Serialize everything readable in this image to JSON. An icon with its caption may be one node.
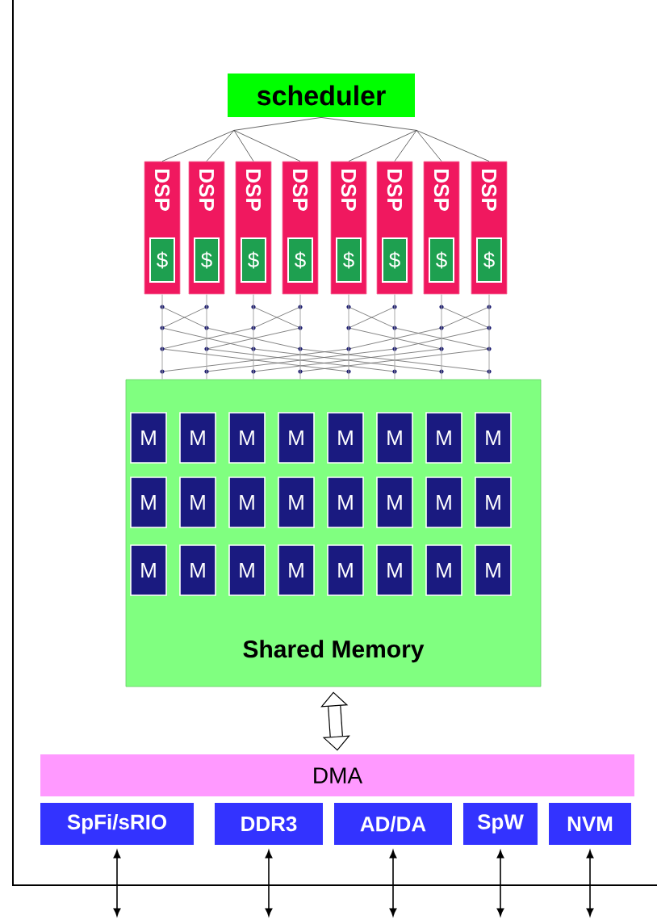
{
  "diagram": {
    "nodes": [
      {
        "text": [
          "scheduler"
        ]
      },
      {
        "text": [
          "DSP"
        ]
      },
      {
        "text": [
          "$"
        ],
        "in": 1
      },
      {
        "text": [
          "DSP"
        ]
      },
      {
        "text": [
          "$"
        ],
        "in": 3
      },
      {
        "text": [
          "DSP"
        ]
      },
      {
        "text": [
          "$"
        ],
        "in": 5
      },
      {
        "text": [
          "DSP"
        ]
      },
      {
        "text": [
          "$"
        ],
        "in": 7
      },
      {
        "text": [
          "DSP"
        ]
      },
      {
        "text": [
          "$"
        ],
        "in": 9
      },
      {
        "text": [
          "DSP"
        ]
      },
      {
        "text": [
          "$"
        ],
        "in": 11
      },
      {
        "text": [
          "DSP"
        ]
      },
      {
        "text": [
          "$"
        ],
        "in": 13
      },
      {
        "text": [
          "DSP"
        ]
      },
      {
        "text": [
          "$"
        ],
        "in": 15
      },
      {
        "text": [
          "Shared Memory"
        ]
      },
      {
        "text": [
          "M"
        ],
        "in": 17
      },
      {
        "text": [
          "M"
        ],
        "in": 17
      },
      {
        "text": [
          "M"
        ],
        "in": 17
      },
      {
        "text": [
          "M"
        ],
        "in": 17
      },
      {
        "text": [
          "M"
        ],
        "in": 17
      },
      {
        "text": [
          "M"
        ],
        "in": 17
      },
      {
        "text": [
          "M"
        ],
        "in": 17
      },
      {
        "text": [
          "M"
        ],
        "in": 17
      },
      {
        "text": [
          "M"
        ],
        "in": 17
      },
      {
        "text": [
          "M"
        ],
        "in": 17
      },
      {
        "text": [
          "M"
        ],
        "in": 17
      },
      {
        "text": [
          "M"
        ],
        "in": 17
      },
      {
        "text": [
          "M"
        ],
        "in": 17
      },
      {
        "text": [
          "M"
        ],
        "in": 17
      },
      {
        "text": [
          "M"
        ],
        "in": 17
      },
      {
        "text": [
          "M"
        ],
        "in": 17
      },
      {
        "text": [
          "M"
        ],
        "in": 17
      },
      {
        "text": [
          "M"
        ],
        "in": 17
      },
      {
        "text": [
          "M"
        ],
        "in": 17
      },
      {
        "text": [
          "M"
        ],
        "in": 17
      },
      {
        "text": [
          "M"
        ],
        "in": 17
      },
      {
        "text": [
          "M"
        ],
        "in": 17
      },
      {
        "text": [
          "M"
        ],
        "in": 17
      },
      {
        "text": [
          "M"
        ],
        "in": 17
      },
      {
        "text": [
          "DMA"
        ]
      },
      {
        "text": [
          "SpFi/sRIO"
        ]
      },
      {
        "text": [
          "DDR3"
        ]
      },
      {
        "text": [
          "AD/DA"
        ]
      },
      {
        "text": [
          "SpW"
        ]
      },
      {
        "text": [
          "NVM"
        ]
      }
    ],
    "edges": [
      {
        "from": 0,
        "to": 1,
        "arrow": "none"
      },
      {
        "from": 0,
        "to": 3,
        "arrow": "none"
      },
      {
        "from": 0,
        "to": 5,
        "arrow": "none"
      },
      {
        "from": 0,
        "to": 7,
        "arrow": "none"
      },
      {
        "from": 0,
        "to": 9,
        "arrow": "none"
      },
      {
        "from": 0,
        "to": 11,
        "arrow": "none"
      },
      {
        "from": 0,
        "to": 13,
        "arrow": "none"
      },
      {
        "from": 0,
        "to": 15,
        "arrow": "none"
      },
      {
        "from": 1,
        "to": 17,
        "arrow": "none",
        "color": "#a6a6a6"
      },
      {
        "from": 3,
        "to": 17,
        "arrow": "none",
        "color": "#a6a6a6"
      },
      {
        "from": 5,
        "to": 17,
        "arrow": "none",
        "color": "#a6a6a6"
      },
      {
        "from": 7,
        "to": 17,
        "arrow": "none",
        "color": "#a6a6a6"
      },
      {
        "from": 9,
        "to": 17,
        "arrow": "none",
        "color": "#a6a6a6"
      },
      {
        "from": 11,
        "to": 17,
        "arrow": "none",
        "color": "#a6a6a6"
      },
      {
        "from": 13,
        "to": 17,
        "arrow": "none",
        "color": "#a6a6a6"
      },
      {
        "from": 15,
        "to": 17,
        "arrow": "none",
        "color": "#a6a6a6"
      },
      {
        "from": 17,
        "to": 42,
        "arrow": "both",
        "style": "thick"
      },
      {
        "from": 43,
        "to": null,
        "arrow": "both"
      },
      {
        "from": 44,
        "to": null,
        "arrow": "both"
      },
      {
        "from": 45,
        "to": null,
        "arrow": "both"
      },
      {
        "from": 46,
        "to": null,
        "arrow": "both"
      },
      {
        "from": 47,
        "to": null,
        "arrow": "both"
      }
    ]
  }
}
